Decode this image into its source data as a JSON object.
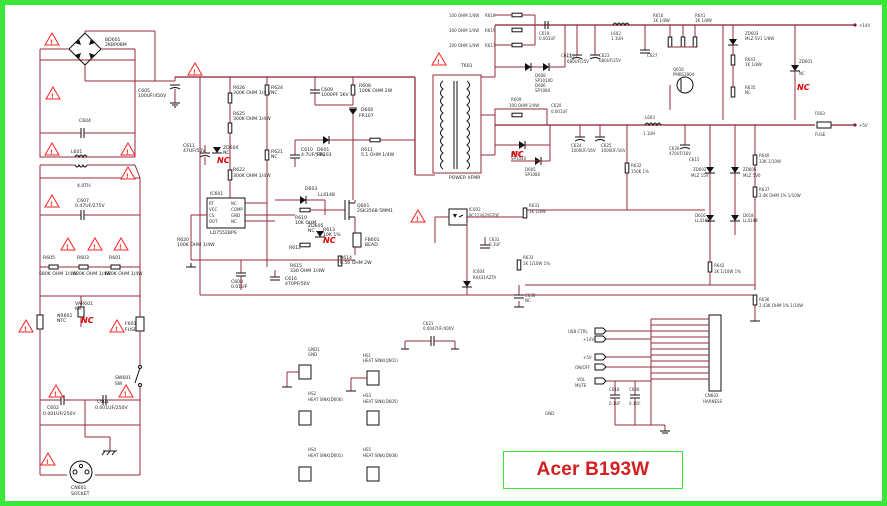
{
  "title": "Acer B193W",
  "colors": {
    "frame": "#39e639",
    "wire": "#9a2a3a",
    "title": "#d21f1f",
    "nc": "#e00000",
    "warning": "#ff2020"
  },
  "labels": {
    "bd601": "BD601",
    "bd601v": "2KBP08M",
    "c605": "C605",
    "c605v": "100UF/450V",
    "c604": "C604",
    "l601": "L601",
    "l601v": "4.0TH",
    "c607": "C607",
    "c607v": "0.47UF/275V",
    "r605": "R605",
    "r605v": "680K OHM 1/4W",
    "r603": "R603",
    "r603v": "680K OHM 1/4W",
    "r601": "R601",
    "r601v": "680K OHM 1/4W",
    "var601": "VAR601",
    "var601v": "NR",
    "ntc": "NR601",
    "ntcv": "NTC",
    "f601": "F601",
    "f601v": "FUSE",
    "sw601": "SW601",
    "sw601v": "SW",
    "c602": "C602",
    "c602v": "0.001UF/250V",
    "c601": "C601",
    "c601v": "0.001UF/250V",
    "cn601": "CN601",
    "cn601v": "SOCKET",
    "r626": "R626",
    "r626v": "300K OHM 1/4W",
    "r625": "R625",
    "r625v": "300K OHM 1/4W",
    "r624": "R624",
    "r624v": "NC",
    "c609": "C609",
    "c609v": "1000PF 1KV",
    "r608": "R608",
    "r608v": "100K OHM 2W",
    "d600": "D600",
    "d600v": "FR107",
    "c610": "C610",
    "c610v": "4.7UF/50V",
    "d601": "D601",
    "d601v": "FR103",
    "r611": "R611",
    "r611v": "5.1 OHM 1/4W",
    "c611": "C611",
    "c611v": "47UF/50V",
    "zd604": "ZD604",
    "zd604v": "NC",
    "r622": "R622",
    "r622v": "300K OHM 1/4W",
    "r621": "R621",
    "ic601": "IC601",
    "ic601v": "LD7552BPS",
    "ic601pins": [
      "RT",
      "NC",
      "VCC",
      "COMP",
      "CS",
      "GND",
      "OUT",
      "NC"
    ],
    "d603": "D603",
    "d603v": "LL4148",
    "r610": "R610",
    "r610v": "10K OHM",
    "q601": "Q601",
    "q601v": "2SK3568-5MM1",
    "zd605": "ZD605",
    "zd605v": "NC",
    "r612": "R612",
    "r613": "R613",
    "r613v": "10K 1%",
    "fb601": "FB601",
    "fb601v": "BEAD",
    "r614": "R614",
    "r614v": "0.56 OHM 2W",
    "r620": "R620",
    "r620v": "100K OHM 1/4W",
    "c608": "C608",
    "c608v": "0.01UF",
    "r615": "R615",
    "r615v": "330 OHM 1/4W",
    "c616": "C616",
    "c616v": "470PF/50V",
    "t601": "T601",
    "t601v": "POWER XFMR",
    "r618": "R618",
    "r618v": "100 OHM 1/4W",
    "r619": "R619",
    "r619v": "100 OHM 1/4W",
    "r617": "R617",
    "r617v": "100 OHM 1/4W",
    "c619": "C619",
    "c619v": "0.001UF",
    "c617": "C617",
    "d608": "D608",
    "d608v": "SP10100",
    "d606": "D606",
    "d606v": "SP1080",
    "c622": "C622",
    "c622v": "680UF/25V",
    "c623": "C623",
    "c623v": "680UF/25V",
    "l602": "L602",
    "l602v": "1.1UH",
    "c627": "C627",
    "r616": "R616",
    "r616v": "1K 1/8W",
    "q616": "Q616",
    "q616v": "PMBS3904",
    "r641": "R641",
    "r641v": "1K 1/8W",
    "zd603": "ZD603",
    "zd603v": "MLZ 5V1 1/8W",
    "r643": "R643",
    "r643v": "1K 1/8W",
    "r635": "R635",
    "r635v": "NC",
    "zd601": "ZD601",
    "zd601v": "NC",
    "plus14v": "+14V",
    "r609": "R609",
    "r609v": "100 OHM 1/4W",
    "c620": "C620",
    "c620v": "0.001UF",
    "c624": "C624",
    "c624v": "1000UF/16V",
    "c625": "C625",
    "c625v": "1000UF/16V",
    "d607": "D607",
    "d607v": "SP1040",
    "d605": "D605",
    "d605v": "SP1080",
    "l603": "L603",
    "l603v": "1.1UH",
    "c626": "C626",
    "c626v": "470UF/16V",
    "r632": "R632",
    "r632v": "150K 1%",
    "c615": "C615",
    "f603": "F603",
    "f603v": "FUSE",
    "plus5v": "+5V",
    "zd602": "ZD602",
    "zd602v": "MLZ 15V",
    "zd606": "ZD606",
    "zd606v": "MLZ 5V6",
    "d616": "D616",
    "d616v": "LL4148",
    "d618": "D618",
    "d618v": "LL4148",
    "r640": "R640",
    "r640v": "33K 1/10W",
    "r637": "R637",
    "r637v": "2.4K OHM 1% 1/10W",
    "r642": "R642",
    "r642v": "1K 1/10W 1%",
    "r636": "R636",
    "r636v": "2.43K OHM 1% 1/10W",
    "ic602": "IC602",
    "ic602v": "PC123S2YFZ0F",
    "r631": "R631",
    "r631v": "1K 1/8W",
    "c631": "C631",
    "c631v": "0.1UF",
    "r633": "R633",
    "r633v": "1K 1/10W 1%",
    "ic604": "IC604",
    "ic604v": "KA431AZTA",
    "c630": "C630",
    "c630v": "NC",
    "c621": "C621",
    "c621v": "0.0047UF/400V",
    "gnd1": "GND1",
    "gnd1v": "GND",
    "hs1": "HS1",
    "hs1v": "HEAT SINK(Q601)",
    "hs2": "HS2",
    "hs2v": "HEAT SINK(D606)",
    "hs3": "HS3",
    "hs3v": "HEAT SINK(D605)",
    "hs4": "HS4",
    "hs4v": "HEAT SINK(D601)",
    "hs5": "HS5",
    "hs5v": "HEAT SINK(D608)",
    "usbctrl": "USB CTRL",
    "v14": "+14V",
    "v5": "+5V",
    "onoff": "ON/OFF",
    "vol": "VOL",
    "mute": "MUTE",
    "c618": "C618",
    "c618v": "0.1UF",
    "c628": "C628",
    "c628v": "0.1UF",
    "cn602": "CN602",
    "cn602v": "HARNESS",
    "gnd": "GND",
    "nc": "NC",
    "warn": "!"
  }
}
